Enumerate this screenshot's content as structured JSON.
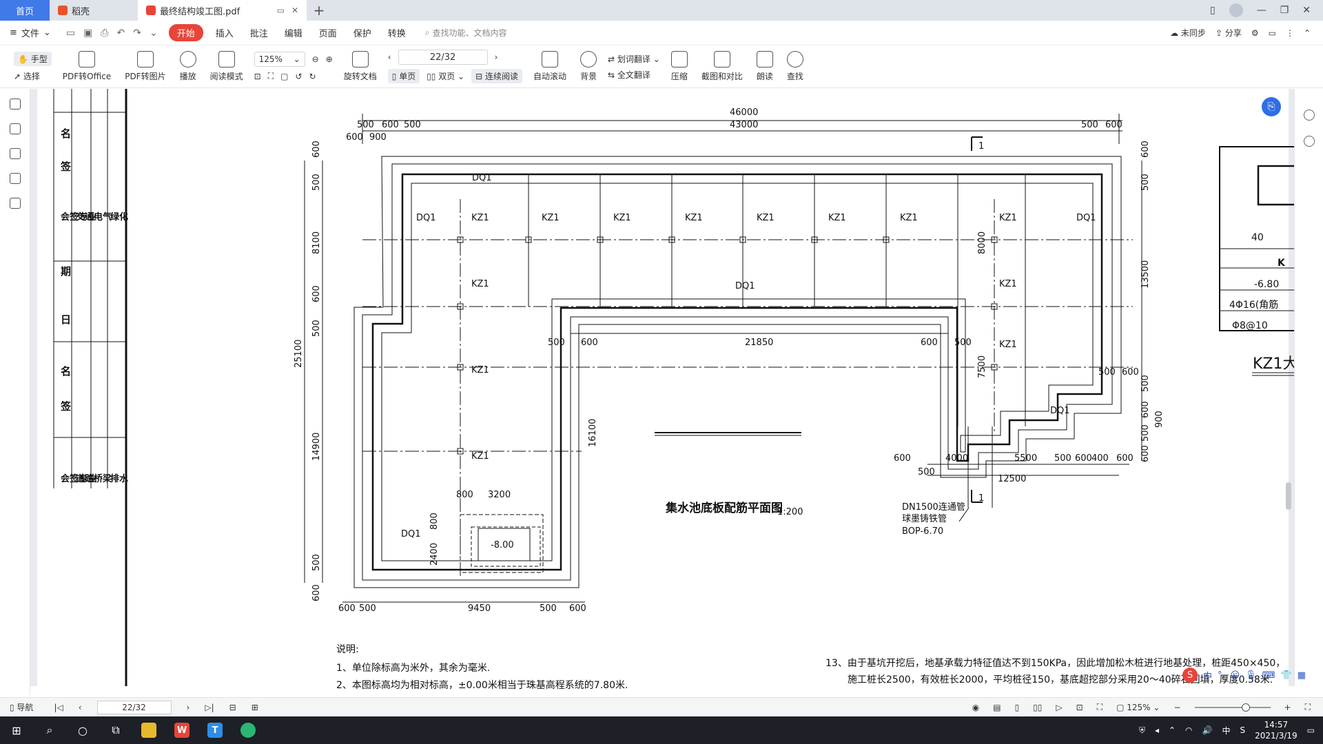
{
  "tabs": {
    "home": "首页",
    "daoke": "稻壳",
    "document": "最终结构竣工图.pdf"
  },
  "menubar": {
    "file": "文件",
    "items": [
      "开始",
      "插入",
      "批注",
      "编辑",
      "页面",
      "保护",
      "转换"
    ],
    "search_placeholder": "查找功能、文档内容",
    "sync": "未同步",
    "share": "分享"
  },
  "ribbon": {
    "hand": "手型",
    "select": "选择",
    "pdf_to_office": "PDF转Office",
    "pdf_to_image": "PDF转图片",
    "play": "播放",
    "read_mode": "阅读模式",
    "zoom": "125%",
    "page_indicator": "22/32",
    "rotate": "旋转文档",
    "single_page": "单页",
    "double_page": "双页",
    "continuous": "连续阅读",
    "auto_scroll": "自动滚动",
    "background": "背景",
    "word_translate": "划词翻译",
    "full_translate": "全文翻译",
    "compress": "压缩",
    "screenshot_compare": "截图和对比",
    "read_aloud": "朗读",
    "find": "查找"
  },
  "drawing": {
    "sign_block_top": [
      "名",
      "签",
      "会签专业",
      "交通",
      "电气",
      "绿化",
      "期",
      "日"
    ],
    "sign_block_bottom": [
      "名",
      "签",
      "会签专业",
      "道路",
      "桥梁",
      "排水"
    ],
    "dims": {
      "d46000": "46000",
      "d43000": "43000",
      "d500": "500",
      "d600": "600",
      "d900": "900",
      "d8100": "8100",
      "d13500": "13500",
      "d25100": "25100",
      "d14900": "14900",
      "d21850": "21850",
      "d8000": "8000",
      "d7500": "7500",
      "d16100": "16100",
      "d9450": "9450",
      "d800": "800",
      "d3200": "3200",
      "d2400": "2400",
      "d4000": "4000",
      "d5500": "5500",
      "d400": "400",
      "d12500": "12500"
    },
    "labels": {
      "kz1": "KZ1",
      "dq1": "DQ1",
      "section_mark": "1",
      "elev": "-8.00",
      "pipe_1": "DN1500连通管",
      "pipe_2": "球墨铸铁管",
      "pipe_3": "BOP-6.70",
      "title": "集水池底板配筋平面图",
      "scale": "1:200"
    },
    "notes": {
      "heading": "说明:",
      "n1": "1、单位除标高为米外，其余为毫米.",
      "n2": "2、本图标高均为相对标高，±0.00米相当于珠基高程系统的7.80米.",
      "n13a": "13、由于基坑开挖后，地基承载力特征值达不到150KPa，因此增加松木桩进行地基处理，桩距450×450，",
      "n13b": "施工桩长2500，有效桩长2000，平均桩径150，基底超挖部分采用20～40碎石回填，厚度0.58米."
    },
    "detail": {
      "row1": "K",
      "row2": "-6.80",
      "row3": "4Φ16(角筋",
      "row4": "Φ8@10",
      "dim": "40",
      "title": "KZ1大"
    }
  },
  "statusbar": {
    "nav": "导航",
    "page": "22/32",
    "zoom": "125%"
  },
  "ime": {
    "logo": "S",
    "lang": "中"
  },
  "taskbar": {
    "time": "14:57",
    "date": "2021/3/19",
    "lang": "中"
  },
  "colors": {
    "accent": "#e8443a",
    "home_tab": "#3f7ae8",
    "taskbar": "#1d2026"
  }
}
